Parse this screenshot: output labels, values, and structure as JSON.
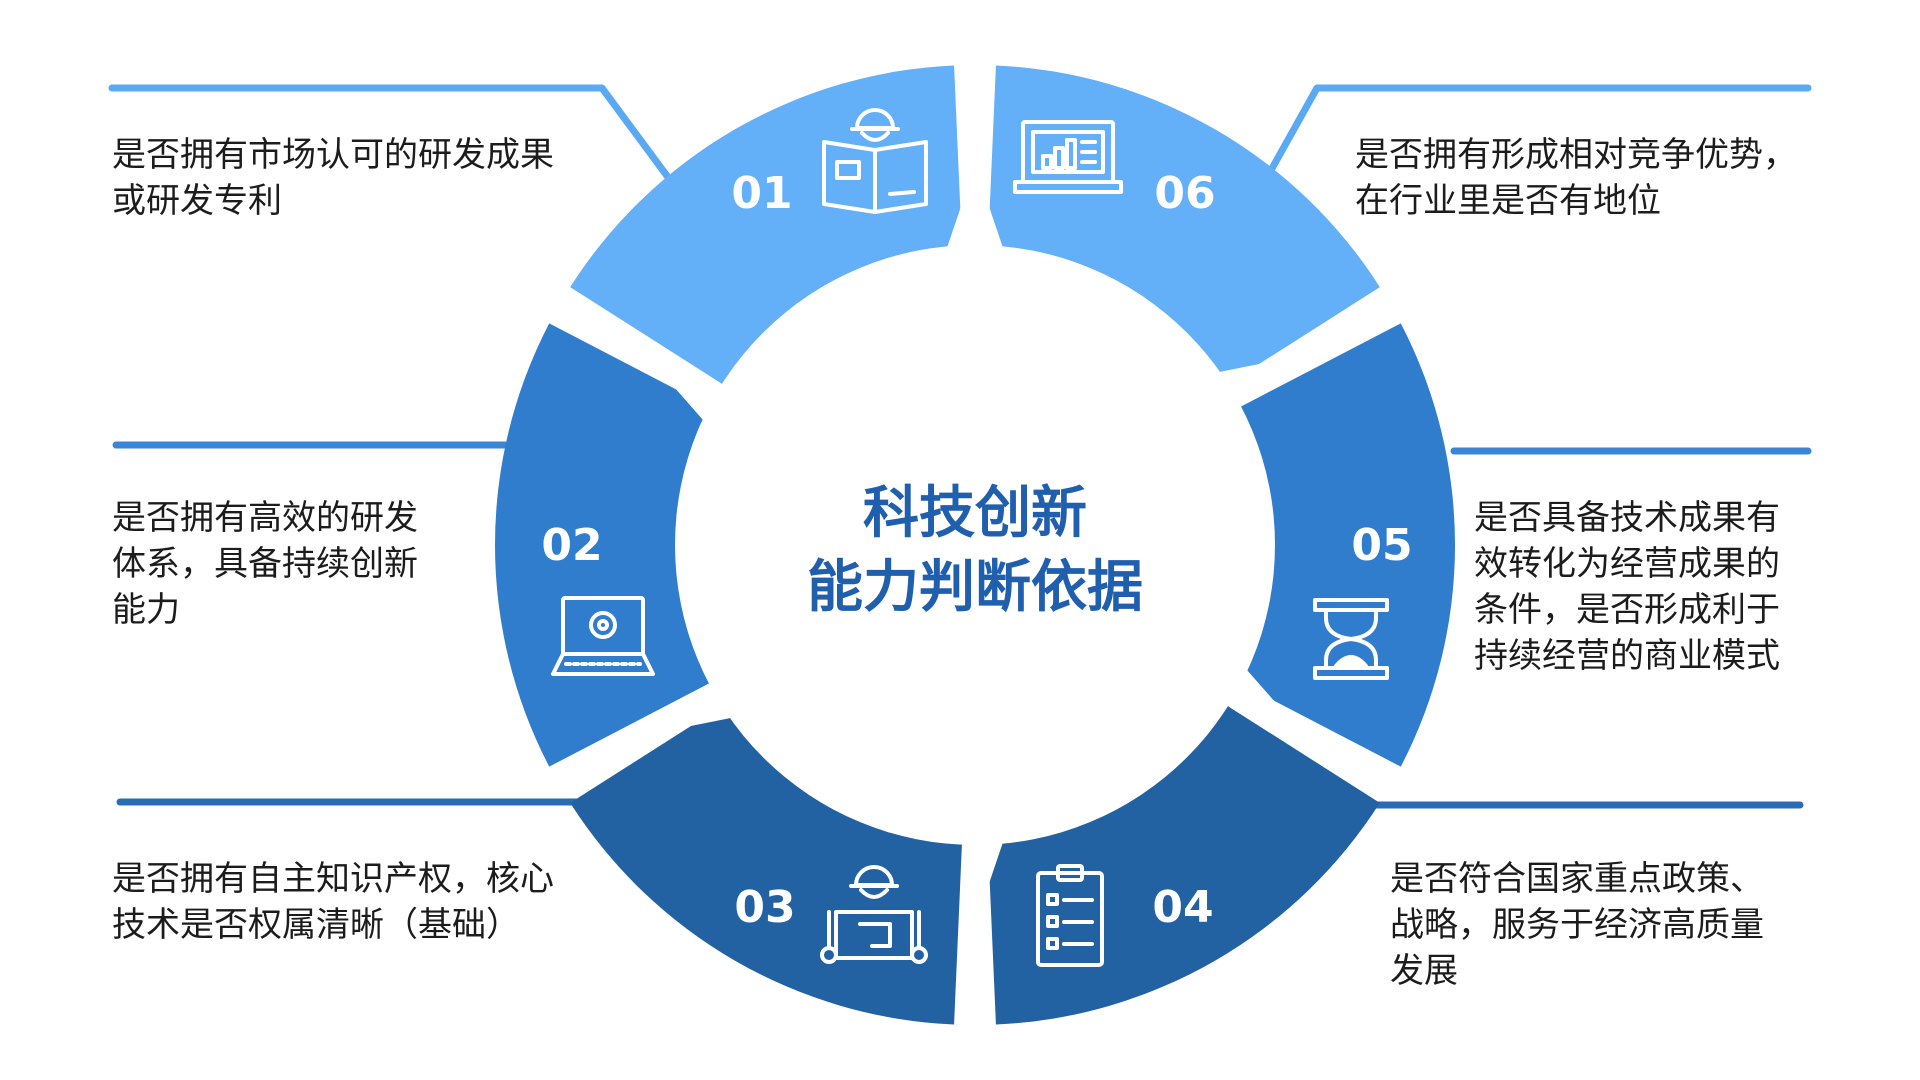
{
  "center": {
    "title_line1": "科技创新",
    "title_line2": "能力判断依据",
    "title_color": "#1f5fae"
  },
  "colors": {
    "light": "#63aff8",
    "mid": "#2f7dcc",
    "dark": "#2262a3",
    "line_light": "#5aa9f5",
    "line_mid": "#3a86d6",
    "line_dark": "#2a6cb3",
    "text": "#1c1c1c"
  },
  "items": [
    {
      "number": "01",
      "text": "是否拥有市场认可的研发成果\n或研发专利",
      "icon": "engineer-book-icon"
    },
    {
      "number": "02",
      "text": "是否拥有高效的研发\n体系，具备持续创新\n能力",
      "icon": "laptop-gear-icon"
    },
    {
      "number": "03",
      "text": "是否拥有自主知识产权，核心\n技术是否权属清晰（基础）",
      "icon": "engineer-blueprint-icon"
    },
    {
      "number": "04",
      "text": "是否符合国家重点政策、\n战略，服务于经济高质量\n发展",
      "icon": "clipboard-checklist-icon"
    },
    {
      "number": "05",
      "text": "是否具备技术成果有\n效转化为经营成果的\n条件，是否形成利于\n持续经营的商业模式",
      "icon": "hourglass-icon"
    },
    {
      "number": "06",
      "text": "是否拥有形成相对竞争优势，\n在行业里是否有地位",
      "icon": "laptop-chart-icon"
    }
  ]
}
